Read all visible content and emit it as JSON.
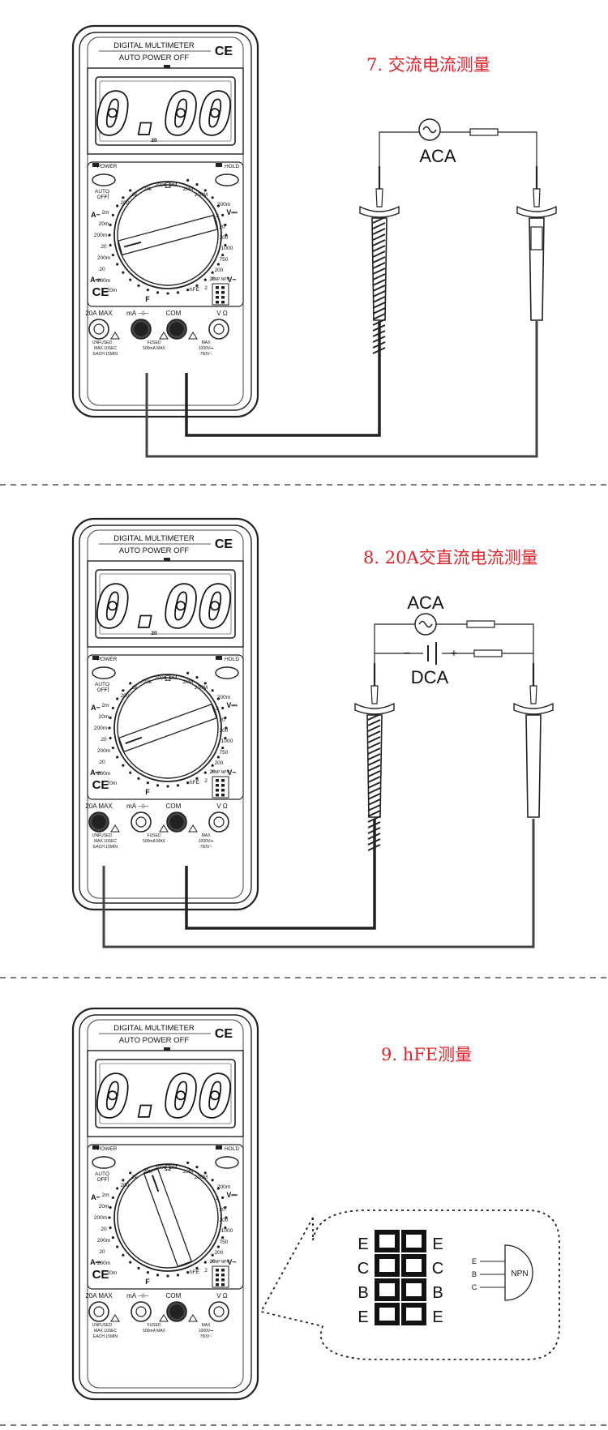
{
  "sections": [
    {
      "heading": "7. 交流电流测量",
      "source_labels": [
        "ACA"
      ],
      "display": "0.00",
      "display_sub": "20",
      "active_jack": "mA"
    },
    {
      "heading": "8. 20A交直流电流测量",
      "source_labels": [
        "ACA",
        "DCA"
      ],
      "dc_minus": "−",
      "dc_plus": "+",
      "display": "0.00",
      "display_sub": "20",
      "active_jack": "20A"
    },
    {
      "heading": "9. hFE测量",
      "display": "0.00",
      "socket_left": [
        "E",
        "C",
        "B",
        "E"
      ],
      "socket_right": [
        "E",
        "C",
        "B",
        "E"
      ],
      "transistor_pins": [
        "E",
        "B",
        "C"
      ],
      "transistor_label": "NPN"
    }
  ],
  "meter": {
    "title": "DIGITAL MULTIMETER",
    "subtitle": "AUTO POWER OFF",
    "ce": "CE",
    "power": "POWER",
    "auto_off": [
      "AUTO",
      "OFF"
    ],
    "hold": "HOLD",
    "ohm": "Ω",
    "dcv": "V⎓",
    "acv": "V~",
    "aca": "A~",
    "dca": "A⎓",
    "hfe": "hFE",
    "cap": "F",
    "pnp_npn": "PNP NPN",
    "jacks": [
      "20A MAX",
      "mA",
      "COM",
      "V Ω"
    ],
    "warn_20a": [
      "UNFUSED",
      "MAX 10SEC",
      "EACH 15MIN"
    ],
    "warn_ma": [
      "FUSED",
      "500mA MAX"
    ],
    "warn_v": [
      "MAX",
      "1000V⎓",
      "750V~"
    ],
    "ranges_left": [
      "200",
      "2k",
      "20k",
      "200k",
      "2M",
      "20M",
      "200M"
    ],
    "ranges_right": [
      "200m",
      "2",
      "20",
      "200",
      "1000",
      "750",
      "200",
      "20",
      "2"
    ],
    "ranges_a": [
      "2m",
      "20m",
      "200m",
      "20",
      "200m",
      "20",
      "200m",
      "20m"
    ]
  }
}
